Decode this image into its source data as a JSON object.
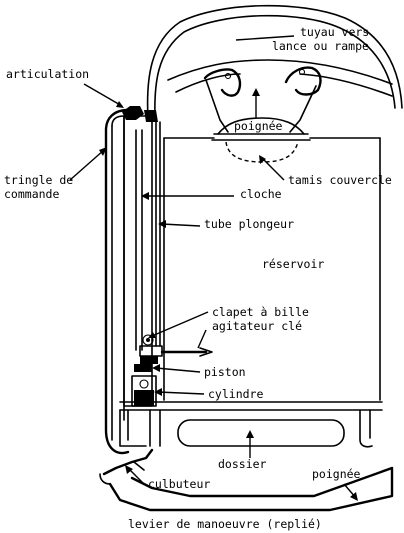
{
  "labels": {
    "pipe_to_lance": [
      "tuyau vers",
      "lance ou rampe"
    ],
    "articulation": "articulation",
    "handle_top": "poignée",
    "lid_strainer": "tamis couvercle",
    "control_rod": [
      "tringle de",
      "commande"
    ],
    "bell": "cloche",
    "dip_tube": "tube plongeur",
    "tank": "réservoir",
    "ball_valve": "clapet à bille",
    "key_agitator": "agitateur clé",
    "piston": "piston",
    "cylinder": "cylindre",
    "back_rest": "dossier",
    "rocker": "culbuteur",
    "handle_bottom": "poignée",
    "operating_lever": "levier de manoeuvre (replié)"
  }
}
